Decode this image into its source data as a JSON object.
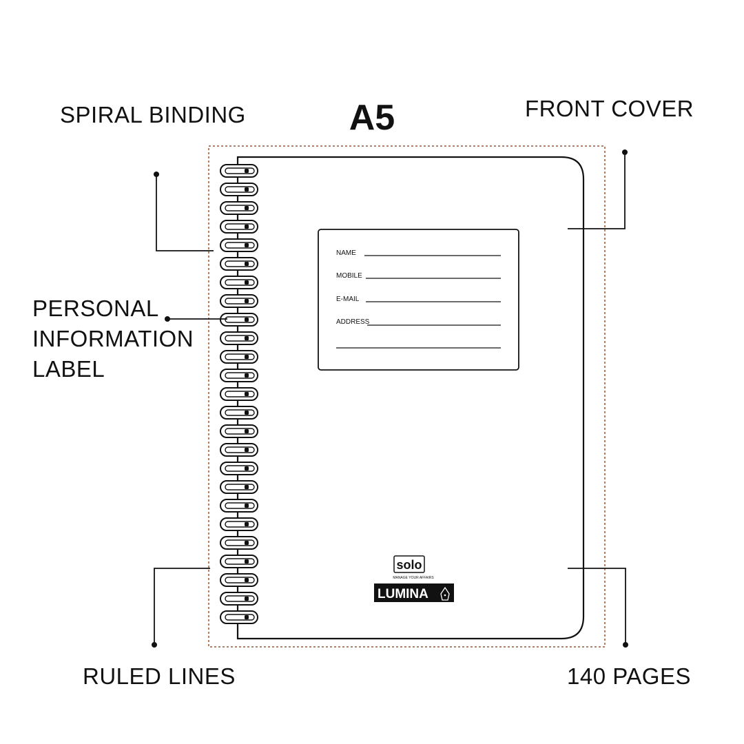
{
  "title": "A5",
  "callouts": {
    "spiral_binding": "SPIRAL BINDING",
    "front_cover": "FRONT COVER",
    "personal_information": [
      "PERSONAL",
      "INFORMATION",
      "LABEL"
    ],
    "ruled_lines": "RULED LINES",
    "pages": "140 PAGES"
  },
  "label_fields": [
    "NAME",
    "MOBILE",
    "E-MAIL",
    "ADDRESS"
  ],
  "brand": {
    "logo": "solo",
    "tagline": "MANAGE YOUR AFFAIRS",
    "product": "LUMINA"
  },
  "colors": {
    "ink": "#111111",
    "dashed_border": "#a0522d"
  }
}
